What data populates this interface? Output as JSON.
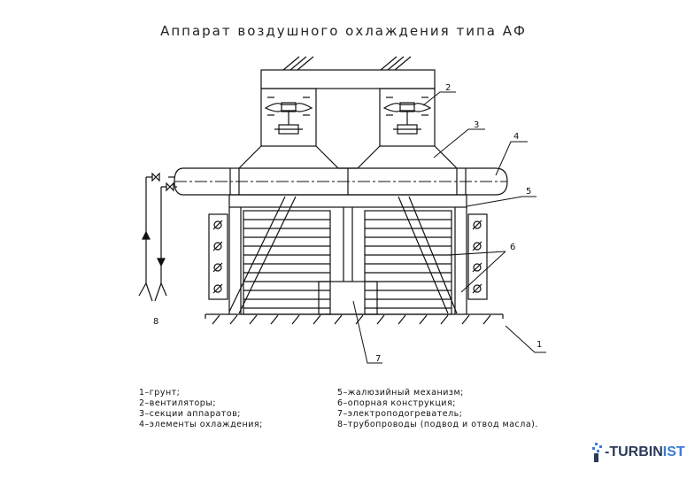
{
  "title": "Аппарат воздушного охлаждения типа АФ",
  "callouts": {
    "n1": "1",
    "n2": "2",
    "n3": "3",
    "n4": "4",
    "n5": "5",
    "n6": "6",
    "n7": "7",
    "n8": "8"
  },
  "legend": {
    "left": [
      "1–грунт;",
      "2–вентиляторы;",
      "3–секции аппаратов;",
      "4–элементы охлаждения;"
    ],
    "right": [
      "5–жалюзийный механизм;",
      "6–опорная конструкция;",
      "7–электроподогреватель;",
      "8–трубопроводы (подвод и отвод масла)."
    ]
  },
  "logo": {
    "prefix": "-TURBIN",
    "accent": "IST"
  }
}
